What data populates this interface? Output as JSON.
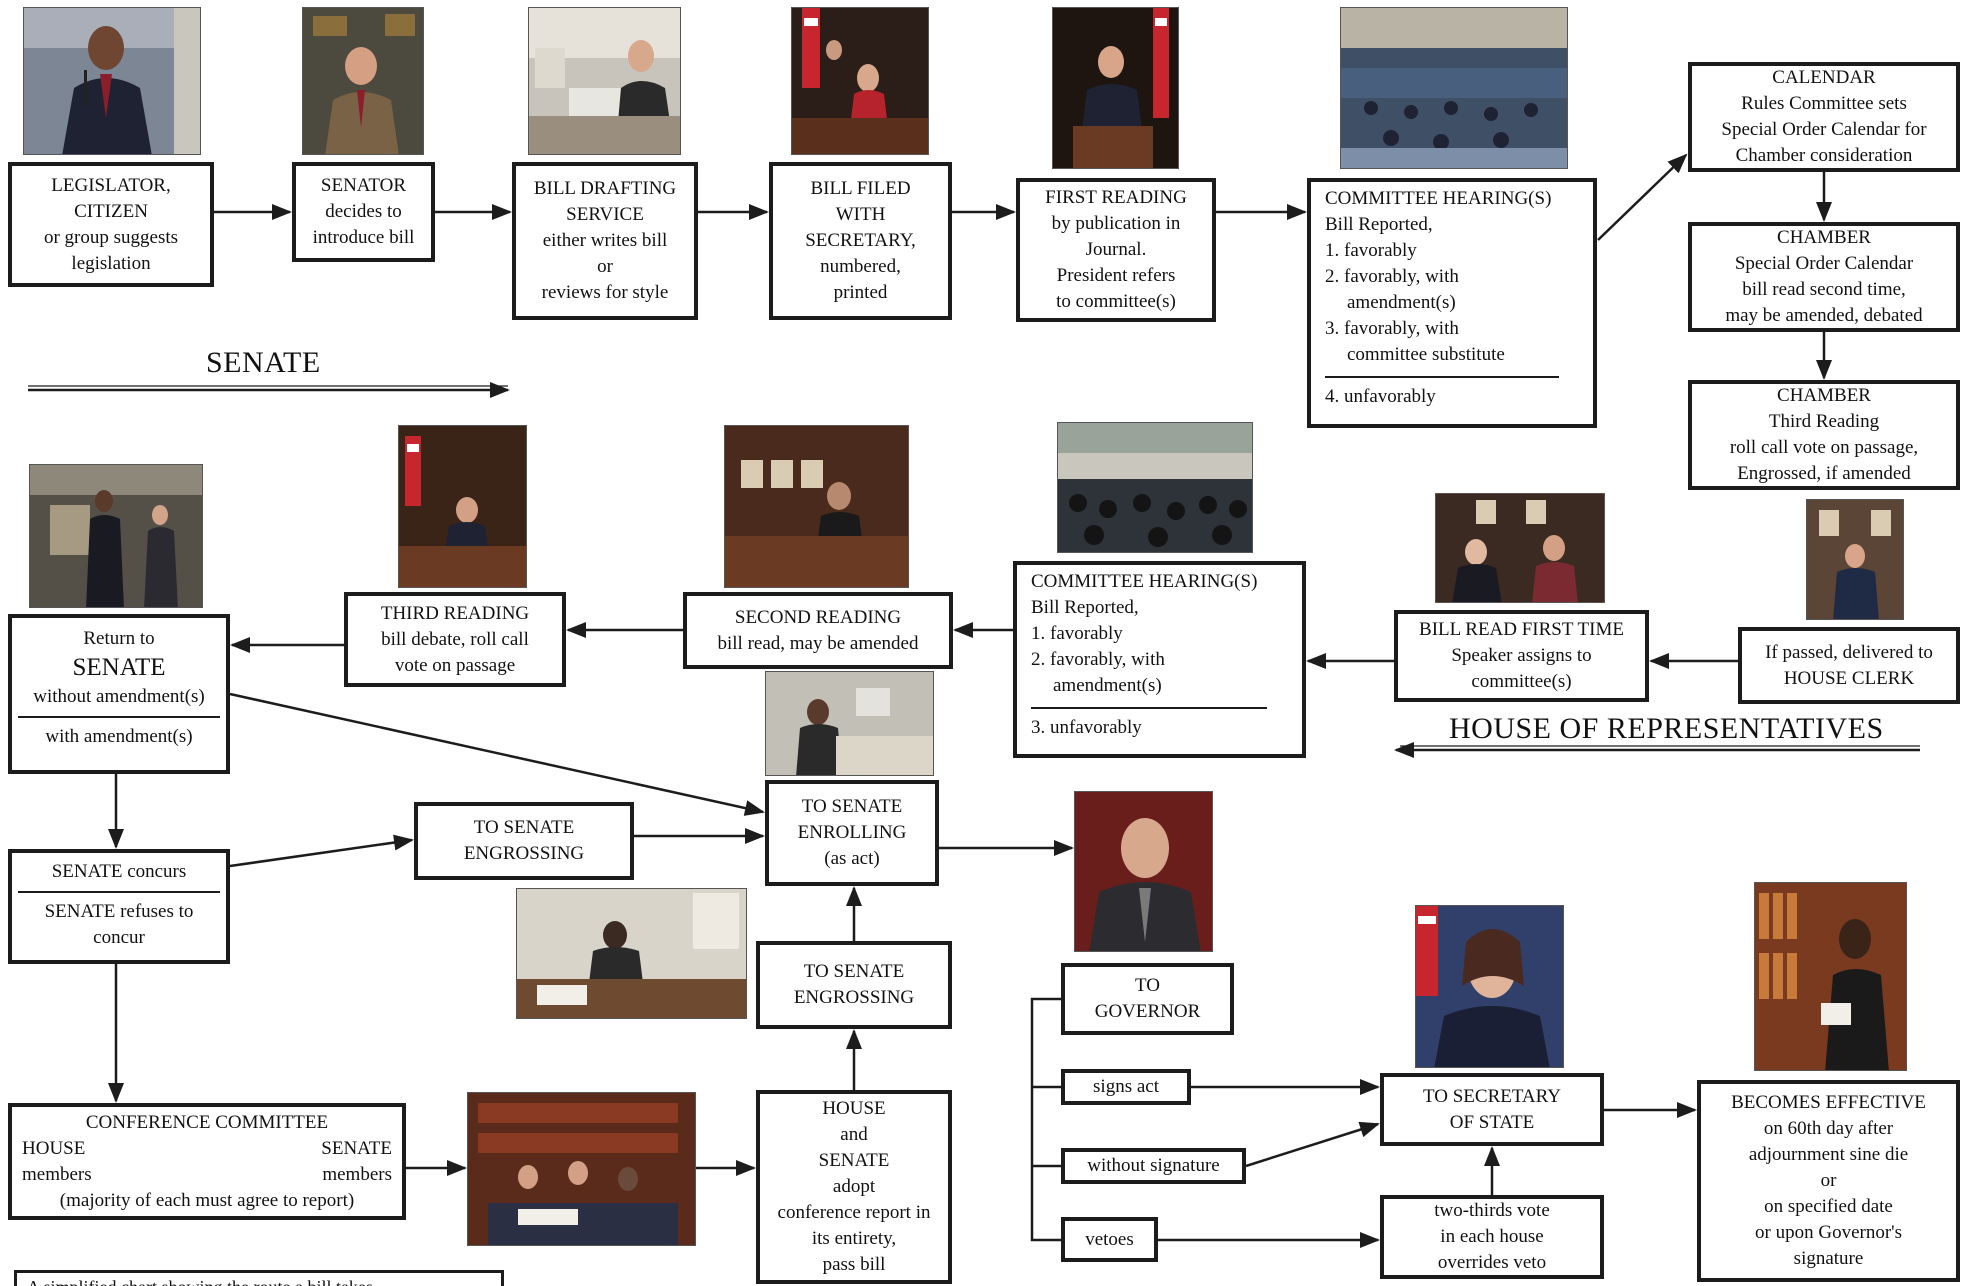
{
  "section_labels": {
    "senate": "SENATE",
    "house": "HOUSE OF REPRESENTATIVES"
  },
  "boxes": {
    "legislator": [
      "LEGISLATOR,",
      "CITIZEN",
      "or group suggests",
      "legislation"
    ],
    "senator": [
      "SENATOR",
      "decides to",
      "introduce bill"
    ],
    "drafting": [
      "BILL DRAFTING",
      "SERVICE",
      "either writes bill",
      "or",
      "reviews for style"
    ],
    "filed": [
      "BILL FILED",
      "WITH",
      "SECRETARY,",
      "numbered,",
      "printed"
    ],
    "first_reading": [
      "FIRST READING",
      "by publication in",
      "Journal.",
      "President refers",
      "to committee(s)"
    ],
    "senate_committee": {
      "title": "COMMITTEE HEARING(S)",
      "sub": "Bill Reported,",
      "items": [
        "1. favorably",
        "2. favorably, with",
        "amendment(s)",
        "3. favorably, with",
        "committee substitute"
      ],
      "after_rule": "4. unfavorably"
    },
    "calendar": [
      "CALENDAR",
      "Rules Committee sets",
      "Special Order Calendar for",
      "Chamber consideration"
    ],
    "chamber_second": [
      "CHAMBER",
      "Special Order Calendar",
      "bill read second time,",
      "may be amended, debated"
    ],
    "chamber_third": [
      "CHAMBER",
      "Third Reading",
      "roll call vote on passage,",
      "Engrossed, if amended"
    ],
    "house_clerk": [
      "If passed, delivered to",
      "HOUSE CLERK"
    ],
    "house_first": [
      "BILL READ FIRST TIME",
      "Speaker assigns to",
      "committee(s)"
    ],
    "house_committee": {
      "title": "COMMITTEE HEARING(S)",
      "sub": "Bill Reported,",
      "items": [
        "1. favorably",
        "2. favorably, with",
        "amendment(s)"
      ],
      "after_rule": "3. unfavorably"
    },
    "house_second": [
      "SECOND READING",
      "bill read, may be amended"
    ],
    "house_third": [
      "THIRD READING",
      "bill debate, roll call",
      "vote on passage"
    ],
    "return_senate": {
      "line1": "Return to",
      "line2": "SENATE",
      "line3": "without amendment(s)",
      "line4": "with amendment(s)"
    },
    "senate_concurs": {
      "top": "SENATE concurs",
      "bottom1": "SENATE refuses to",
      "bottom2": "concur"
    },
    "engrossing_mid": [
      "TO SENATE",
      "ENGROSSING"
    ],
    "enrolling": [
      "TO SENATE",
      "ENROLLING",
      "(as act)"
    ],
    "engrossing_low": [
      "TO SENATE",
      "ENGROSSING"
    ],
    "conference": {
      "title": "CONFERENCE COMMITTEE",
      "left1": "HOUSE",
      "right1": "SENATE",
      "left2": "members",
      "right2": "members",
      "note": "(majority of each must agree to report)"
    },
    "adopt": [
      "HOUSE",
      "and",
      "SENATE",
      "adopt",
      "conference report in",
      "its entirety,",
      "pass bill"
    ],
    "governor": [
      "TO",
      "GOVERNOR"
    ],
    "signs_act": "signs act",
    "without_sig": "without signature",
    "vetoes": "vetoes",
    "secretary_state": [
      "TO SECRETARY",
      "OF STATE"
    ],
    "override": [
      "two-thirds vote",
      "in each house",
      "overrides veto"
    ],
    "effective": [
      "BECOMES EFFECTIVE",
      "on 60th day after",
      "adjournment sine die",
      "or",
      "on specified date",
      "or upon Governor's",
      "signature"
    ]
  },
  "caption": "A simplified chart showing the route a bill takes",
  "colors": {
    "line": "#1c1c1c",
    "wood": "#6b3a22",
    "suit": "#1f2233",
    "flag_red": "#c8262f"
  }
}
